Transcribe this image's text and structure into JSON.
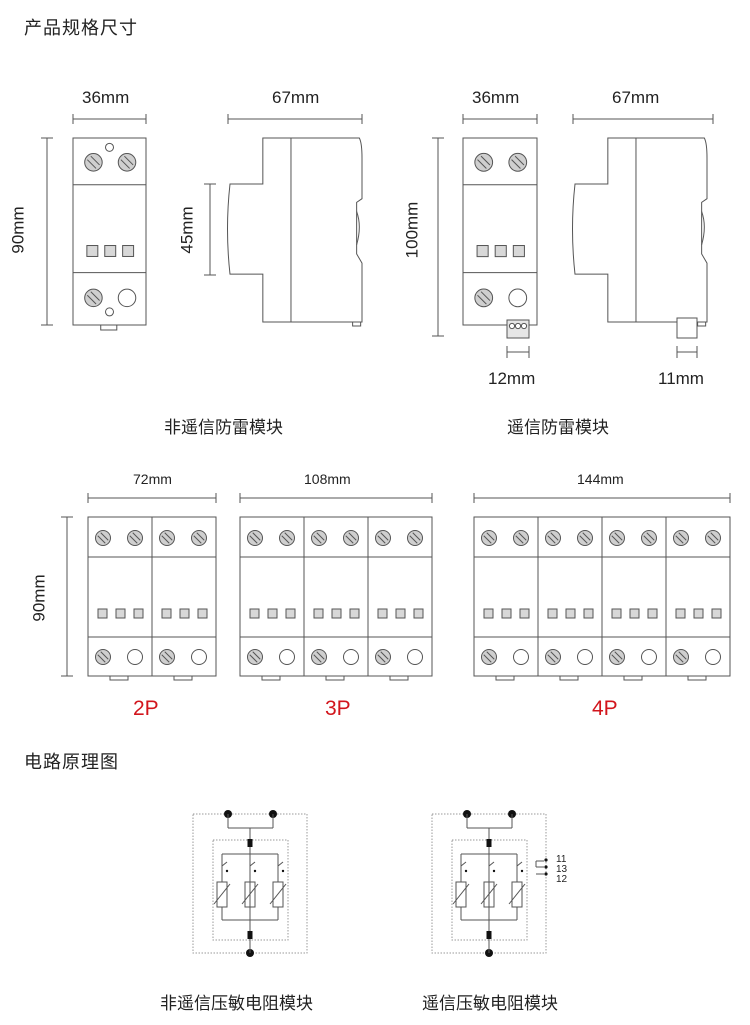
{
  "section1_title": "产品规格尺寸",
  "section2_title": "电路原理图",
  "dims": {
    "w36": "36mm",
    "w67": "67mm",
    "h90": "90mm",
    "h45": "45mm",
    "h100": "100mm",
    "w12": "12mm",
    "w11": "11mm",
    "w72": "72mm",
    "w108": "108mm",
    "w144": "144mm"
  },
  "captions": {
    "non_remote": "非遥信防雷模块",
    "remote": "遥信防雷模块",
    "non_remote_circuit": "非遥信压敏电阻模块",
    "remote_circuit": "遥信压敏电阻模块"
  },
  "poles": {
    "p2": "2P",
    "p3": "3P",
    "p4": "4P"
  },
  "terminals": [
    "11",
    "13",
    "12"
  ],
  "colors": {
    "line": "#555555",
    "accent": "#d2151c",
    "indicator": "#d8d8d8"
  }
}
